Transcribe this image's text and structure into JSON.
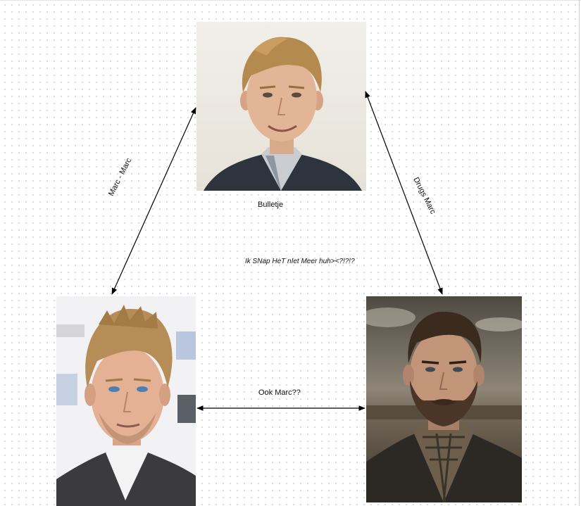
{
  "diagram": {
    "nodes": [
      {
        "id": "top",
        "label": "Bulletje",
        "image": "portrait-photo-curly-blond-hair-smiling-man"
      },
      {
        "id": "left",
        "label": "",
        "image": "portrait-photo-blond-man-with-stubble"
      },
      {
        "id": "right",
        "label": "",
        "image": "portrait-photo-bearded-man-desert-sky"
      }
    ],
    "edges": [
      {
        "from": "top",
        "to": "left",
        "label": "Marc - Marc",
        "arrows": "both"
      },
      {
        "from": "top",
        "to": "right",
        "label": "Drugs  Marc",
        "arrows": "both"
      },
      {
        "from": "left",
        "to": "right",
        "label": "Ook Marc??",
        "arrows": "both"
      }
    ],
    "note": "Ik SNap HeT nIet Meer huh><?!?!?"
  },
  "colors": {
    "canvas": "#ffffff",
    "grid_dot": "#d2d2d2",
    "edge": "#000000"
  }
}
